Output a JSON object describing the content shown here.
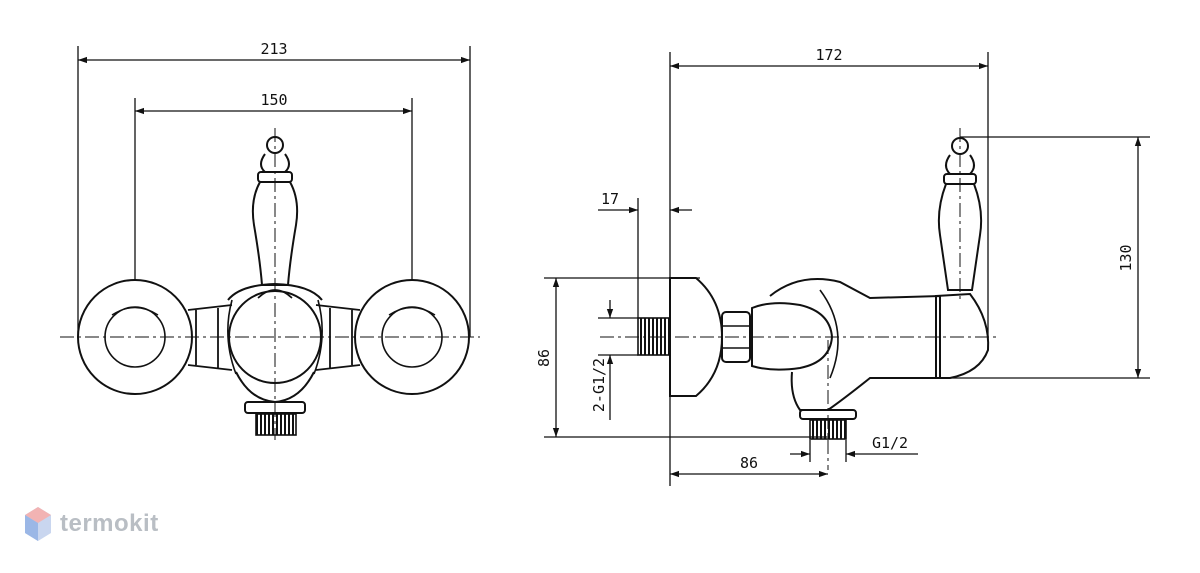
{
  "dimensions": {
    "front_overall_width": "213",
    "front_center_spacing": "150",
    "side_depth": "172",
    "side_wall_offset": "17",
    "side_body_height": "86",
    "side_handle_height": "130",
    "side_outlet_offset": "86",
    "inlet_thread": "2-G1/2",
    "outlet_thread": "G1/2"
  },
  "brand": {
    "name": "termokit"
  }
}
